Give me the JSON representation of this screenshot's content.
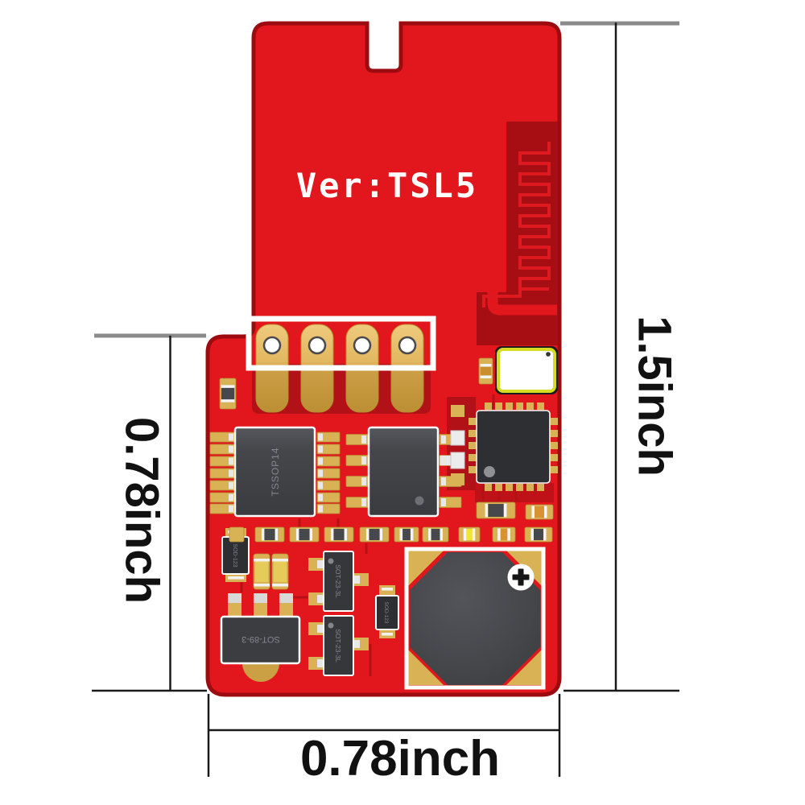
{
  "image": {
    "type": "product-dimension-diagram",
    "subject": "Red PCB wireless module, top view, with inch dimension annotations"
  },
  "pcb": {
    "version_label": "Ver:TSL5",
    "component_labels": {
      "ic1": "TSSOP14",
      "reg1": "SOT-89-3",
      "q1": "SOT-23-3L",
      "q2": "SOT-23-3L",
      "d1": "SOD-123",
      "d2": "SOD-123"
    }
  },
  "dimensions": {
    "right_total_height": "1.5inch",
    "left_lower_height": "0.78inch",
    "bottom_width": "0.78inch"
  },
  "colors": {
    "board_red": "#E2171D",
    "board_border_dark_red": "#9C0B10",
    "copper_ground_dark_red": "#A60E13",
    "trace_dark_red": "#B21117",
    "pad_gold": "#D9B256",
    "pad_gold_dark": "#C0923A",
    "chip_body_gray": "#3E3F43",
    "silkscreen_white": "#FFFFFF",
    "crystal_border_yellow_green": "#D6DB24",
    "passive_yellow": "#F0E52F",
    "dimension_line_black": "#1A1A1A",
    "dimension_tick_gray": "#8A8A8A"
  }
}
